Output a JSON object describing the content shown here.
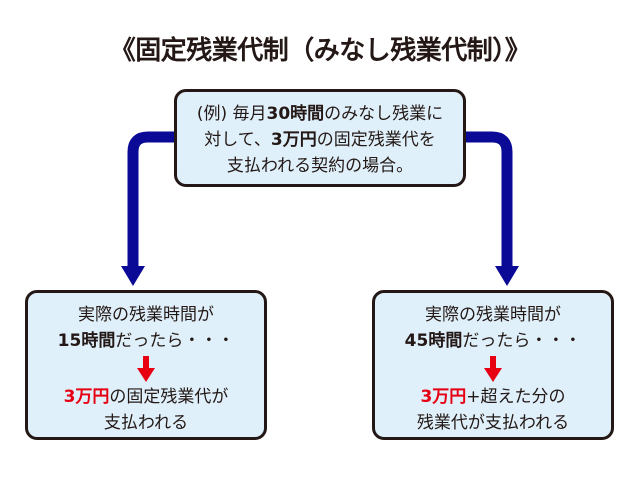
{
  "title": "《固定残業代制（みなし残業代制）》",
  "colors": {
    "arrow": "#0a0a96",
    "accent_red": "#e60012",
    "box_fill": "#dff0fa",
    "border": "#231815"
  },
  "top_box": {
    "line1": {
      "p1": "(例) 毎月",
      "bold": "30時間",
      "p2": "のみなし残業に"
    },
    "line2": {
      "p1": "対して、",
      "bold": "3万円",
      "p2": "の固定残業代を"
    },
    "line3": "支払われる契約の場合。"
  },
  "left_box": {
    "line1": "実際の残業時間が",
    "line2": {
      "bold": "15時間",
      "p2": "だったら・・・"
    },
    "arrow_icon": "red-down-arrow",
    "line3": {
      "red": "3万円",
      "p2": "の固定残業代が"
    },
    "line4": "支払われる"
  },
  "right_box": {
    "line1": "実際の残業時間が",
    "line2": {
      "bold": "45時間",
      "p2": "だったら・・・"
    },
    "arrow_icon": "red-down-arrow",
    "line3": {
      "red": "3万円",
      "p2": "+超えた分の"
    },
    "line4": "残業代が支払われる"
  }
}
